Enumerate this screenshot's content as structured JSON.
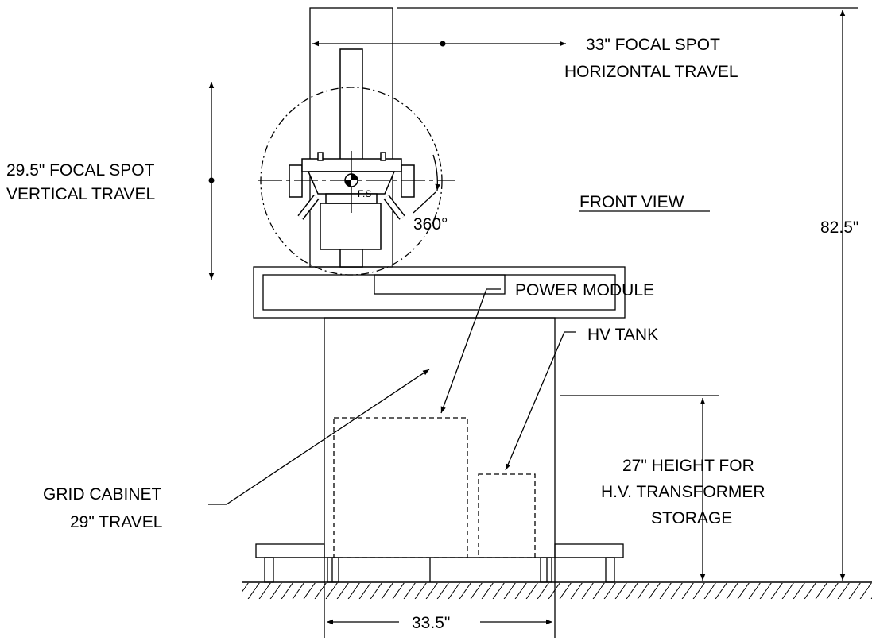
{
  "view_title": "FRONT VIEW",
  "labels": {
    "horizontal_travel_line1": "33\"  FOCAL SPOT",
    "horizontal_travel_line2": "HORIZONTAL TRAVEL",
    "vertical_travel_line1": "29.5\"  FOCAL SPOT",
    "vertical_travel_line2": "VERTICAL TRAVEL",
    "rotation": "360°",
    "focal_spot": "F.S",
    "power_module": "POWER MODULE",
    "hv_tank": "HV TANK",
    "overall_height": "82.5\"",
    "grid_cabinet_line1": "GRID CABINET",
    "grid_cabinet_line2": "29\" TRAVEL",
    "height_line1": "27\" HEIGHT FOR",
    "height_line2": "H.V. TRANSFORMER",
    "height_line3": "STORAGE",
    "base_width": "33.5\""
  }
}
